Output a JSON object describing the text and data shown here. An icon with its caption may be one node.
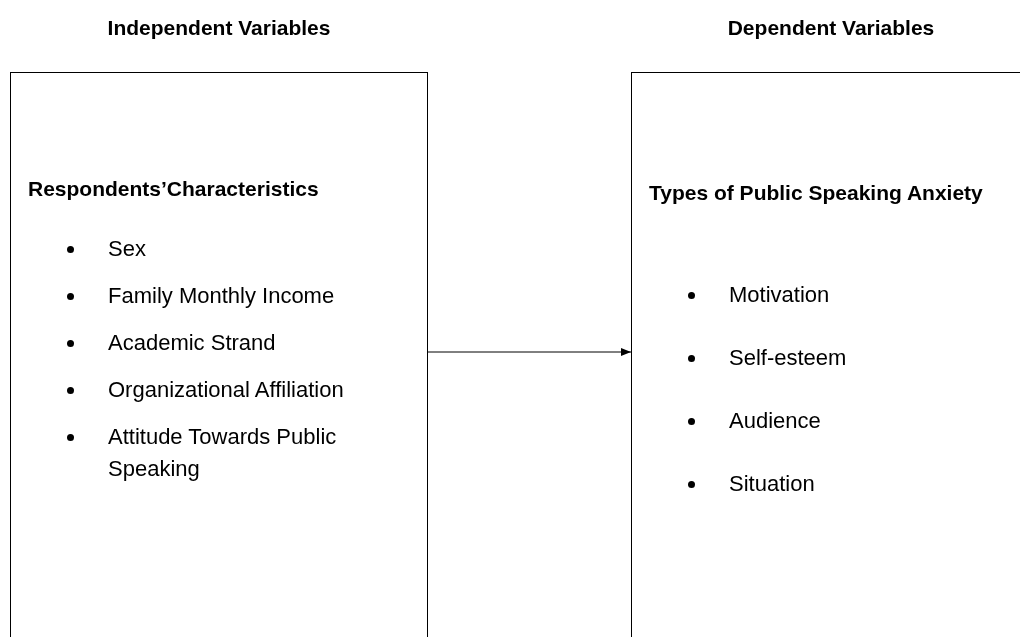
{
  "diagram": {
    "nodes": [
      {
        "text": [
          "Independent Variables",
          "Respondents’Characteristics",
          "Sex",
          "Family Monthly Income",
          "Academic Strand",
          "Organizational Affiliation",
          "Attitude Towards Public Speaking"
        ]
      },
      {
        "text": [
          "Dependent Variables",
          "Types of Public Speaking Anxiety",
          "Motivation",
          "Self-esteem",
          "Audience",
          "Situation"
        ]
      }
    ],
    "edges": [
      {
        "from": 0,
        "to": 1,
        "arrow": "to"
      }
    ]
  }
}
